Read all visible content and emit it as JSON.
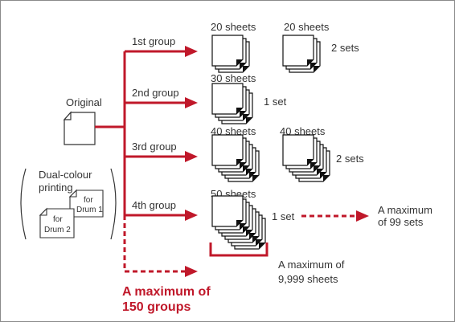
{
  "diagram": {
    "accent_color": "#c0182a",
    "original_label": "Original",
    "dual_colour": {
      "line1": "Dual-colour",
      "line2": "printing",
      "drum1_for": "for",
      "drum1_name": "Drum 1",
      "drum2_for": "for",
      "drum2_name": "Drum 2"
    },
    "groups": [
      {
        "label": "1st group",
        "sheets": "20 sheets",
        "extra_sheets": "20 sheets",
        "sets": "2 sets"
      },
      {
        "label": "2nd group",
        "sheets": "30 sheets",
        "sets": "1 set"
      },
      {
        "label": "3rd group",
        "sheets": "40 sheets",
        "extra_sheets": "40 sheets",
        "sets": "2 sets"
      },
      {
        "label": "4th group",
        "sheets": "50 sheets",
        "sets": "1 set"
      }
    ],
    "max_sets": {
      "line1": "A maximum",
      "line2": "of 99 sets"
    },
    "max_sheets": {
      "line1": "A maximum of",
      "line2": "9,999 sheets"
    },
    "max_groups": {
      "line1": "A maximum of",
      "line2": "150 groups"
    }
  }
}
